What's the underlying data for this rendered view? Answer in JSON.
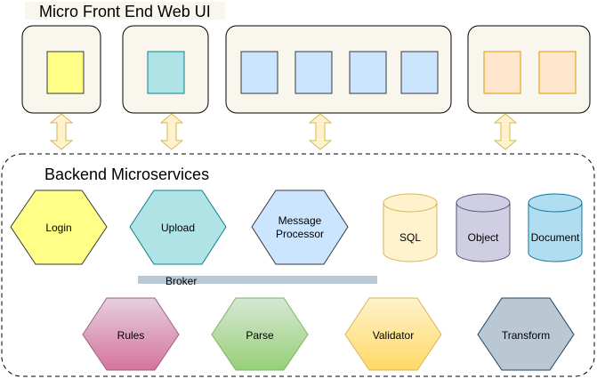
{
  "frontend": {
    "title": "Micro Front End Web UI"
  },
  "backend": {
    "title": "Backend Microservices",
    "services_top": [
      {
        "label": "Login",
        "fill": "#ffff88",
        "stroke": "#36393d"
      },
      {
        "label": "Upload",
        "fill": "#b0e3e6",
        "stroke": "#0e8088"
      },
      {
        "label_lines": [
          "Message",
          "Processor"
        ],
        "fill": "#cce5ff",
        "stroke": "#36393d"
      }
    ],
    "broker": {
      "label": "Broker",
      "fill": "#bac8d3"
    },
    "stores": [
      {
        "label": "SQL",
        "fill": "#fff2cc",
        "stroke": "#d6b656"
      },
      {
        "label": "Object",
        "fill": "#d0cee2",
        "stroke": "#56517e"
      },
      {
        "label": "Document",
        "fill": "#b1ddf0",
        "stroke": "#10739e"
      }
    ],
    "services_bottom": [
      {
        "label": "Rules",
        "grad_top": "#e6d0de",
        "grad_bottom": "#d5739d",
        "stroke": "#996185"
      },
      {
        "label": "Parse",
        "grad_top": "#d5e8d4",
        "grad_bottom": "#97d077",
        "stroke": "#82b366"
      },
      {
        "label": "Validator",
        "grad_top": "#fff2cc",
        "grad_bottom": "#ffd966",
        "stroke": "#d6b656"
      },
      {
        "label": "Transform",
        "grad_top": "#bac8d3",
        "grad_bottom": "#bac8d3",
        "stroke": "#23445d"
      }
    ]
  }
}
